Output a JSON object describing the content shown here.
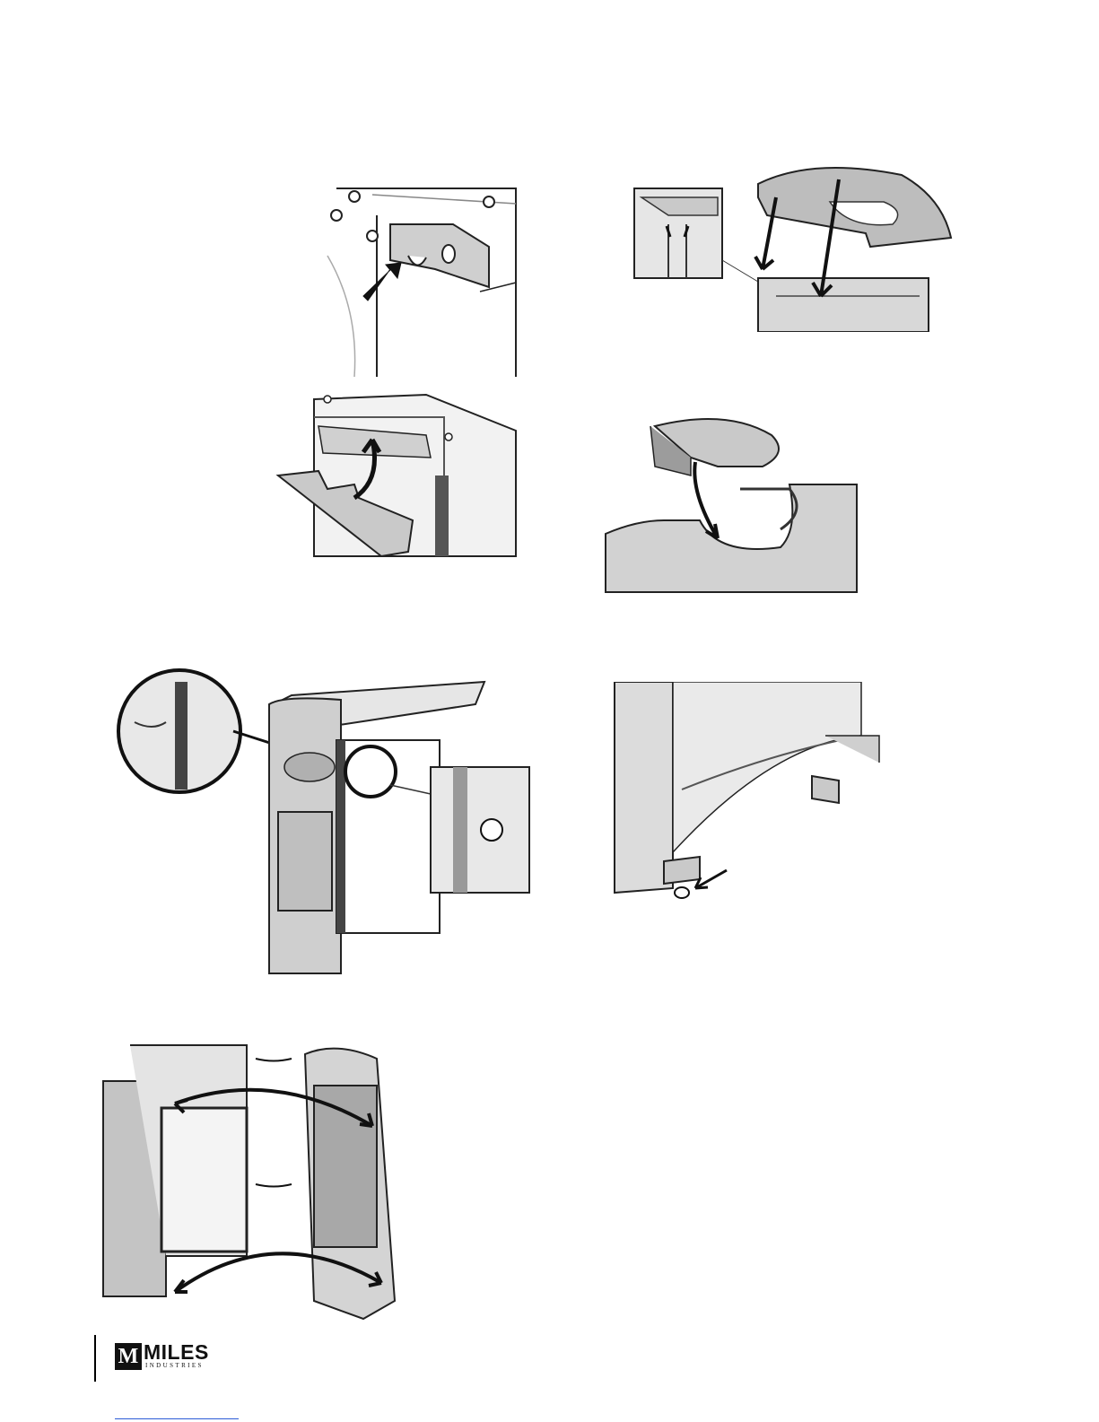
{
  "brand": {
    "logo_letter": "M",
    "name": "MILES",
    "subtitle": "INDUSTRIES"
  },
  "figures": [
    {
      "id": "bracket-install",
      "depicts": "bracket-arrow"
    },
    {
      "id": "top-panel-drop",
      "depicts": "two-arrows-down"
    },
    {
      "id": "baffle-lift",
      "depicts": "curved-arrow-up"
    },
    {
      "id": "insert-placement",
      "depicts": "curved-arrow-down"
    },
    {
      "id": "door-latch-detail",
      "depicts": "callout-circle"
    },
    {
      "id": "leveling-foot",
      "depicts": "arrow-to-foot"
    },
    {
      "id": "side-panel-swing",
      "depicts": "double-arrows"
    }
  ],
  "colors": {
    "ink": "#111111",
    "panel_gray": "#c9c9c9",
    "light_gray": "#e6e6e6",
    "dark_gray": "#7a7a7a",
    "link": "#2a5bd7"
  }
}
